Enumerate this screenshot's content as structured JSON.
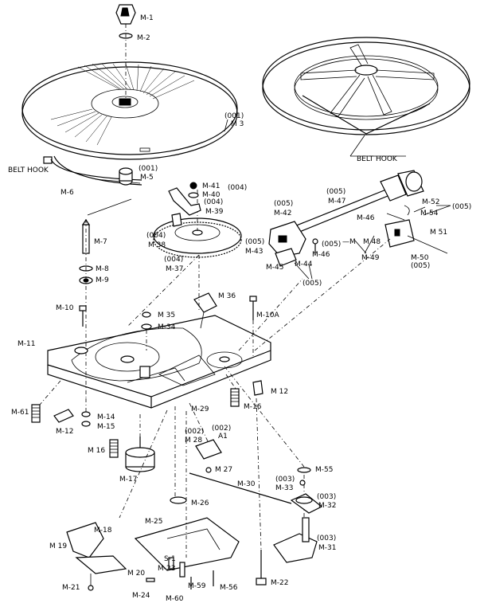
{
  "labels": {
    "m1": "M-1",
    "m2": "M-2",
    "m3_code": "(001)",
    "m3": "M 3",
    "belt_hook_left": "BELT HOOK",
    "belt_hook_right": "BELT HOOK",
    "m5_code": "(001)",
    "m5": "M-5",
    "m6": "M-6",
    "m7": "M-7",
    "m8": "M-8",
    "m9": "M-9",
    "m10": "M-10",
    "m11": "M-11",
    "m12a": "M-12",
    "m12b": "M 12",
    "m14": "M-14",
    "m15": "M-15",
    "m16a": "M 16",
    "m16b": "M-16",
    "m17": "M-17",
    "m18": "M-18",
    "m19": "M 19",
    "m20": "M 20",
    "m21": "M-21",
    "m22": "M-22",
    "m23": "M-23",
    "m24": "M-24",
    "m25": "M-25",
    "m26": "M-26",
    "m27": "M 27",
    "m28_code": "(002)",
    "m28": "M 28",
    "a1_code": "(002)",
    "a1": "A1",
    "m29": "M-29",
    "m30": "M-30",
    "m31_code": "(003)",
    "m31": "M-31",
    "m32_code": "(003)",
    "m32": "M-32",
    "m33_code": "(003)",
    "m33": "M-33",
    "m34": "M-34",
    "m35": "M 35",
    "m36": "M 36",
    "m37_code": "(004)",
    "m37": "M-37",
    "m38_code": "(004)",
    "m38": "M 38",
    "m39_code": "(004)",
    "m39": "M-39",
    "m40": "M-40",
    "m41": "M-41",
    "m41_code": "(004)",
    "m42_code": "(005)",
    "m42": "M-42",
    "m43_code": "(005)",
    "m43": "M-43",
    "m44": "M-44",
    "m45": "M-45",
    "m45_code": "(005)",
    "m46a": "M-46",
    "m46b": "M-46",
    "m46_code": "(005)",
    "m47_code": "(005)",
    "m47": "M-47",
    "m48": "M 48",
    "m48_prefix": "—M",
    "m49": "M-49",
    "m50": "M-50",
    "m50_code": "(005)",
    "m51": "M 51",
    "m52": "M-52",
    "m54": "M-54",
    "m54_code": "(005)",
    "m55": "M-55",
    "m56": "M-56",
    "m59": "M-59",
    "m60": "M-60",
    "m61": "M-61",
    "m10a": "M-10A",
    "s1": "S-1"
  }
}
